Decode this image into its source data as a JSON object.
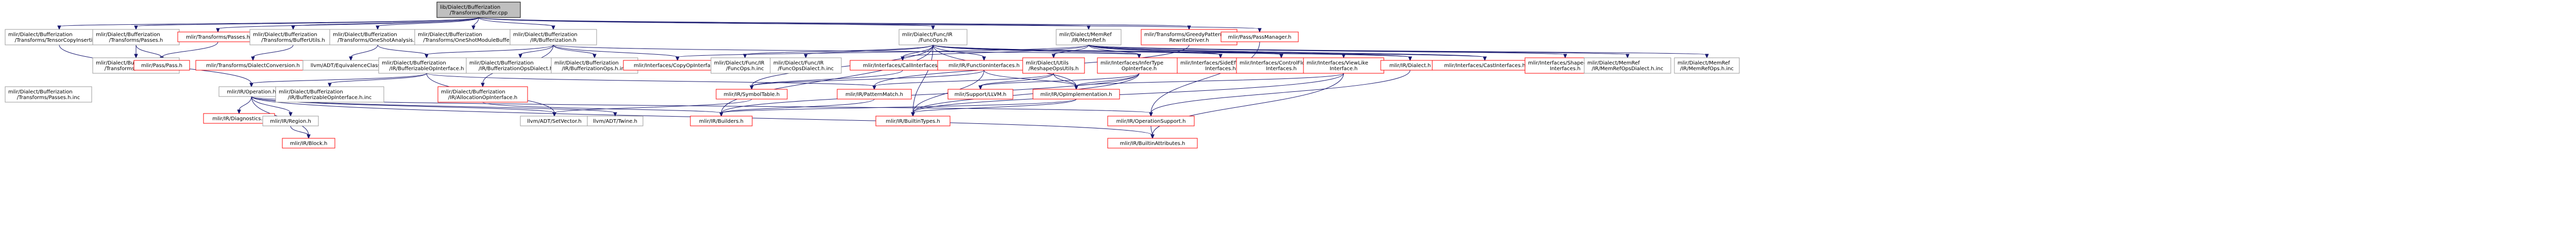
{
  "graph": {
    "nodes": [
      {
        "id": "root",
        "lines": [
          "lib/Dialect/Bufferization",
          "/Transforms/Buffer.cpp"
        ],
        "root": true
      },
      {
        "id": "tensorcopy",
        "lines": [
          "mlir/Dialect/Bufferization",
          "/Transforms/TensorCopyInsertion.h"
        ]
      },
      {
        "id": "bpasses",
        "lines": [
          "mlir/Dialect/Bufferization",
          "/Transforms/Passes.h"
        ]
      },
      {
        "id": "tpasses",
        "lines": [
          "mlir/Transforms/Passes.h"
        ],
        "red": true
      },
      {
        "id": "bufferutils",
        "lines": [
          "mlir/Dialect/Bufferization",
          "/Transforms/BufferUtils.h"
        ]
      },
      {
        "id": "oneshotanalysis",
        "lines": [
          "mlir/Dialect/Bufferization",
          "/Transforms/OneShotAnalysis.h"
        ]
      },
      {
        "id": "oneshotmodule",
        "lines": [
          "mlir/Dialect/Bufferization",
          "/Transforms/OneShotModuleBufferize.h"
        ]
      },
      {
        "id": "bufferizationh",
        "lines": [
          "mlir/Dialect/Bufferization",
          "/IR/Bufferization.h"
        ]
      },
      {
        "id": "funcops",
        "lines": [
          "mlir/Dialect/Func/IR",
          "/FuncOps.h"
        ]
      },
      {
        "id": "memref",
        "lines": [
          "mlir/Dialect/MemRef",
          "/IR/MemRef.h"
        ]
      },
      {
        "id": "greedy",
        "lines": [
          "mlir/Transforms/GreedyPattern",
          "RewriteDriver.h"
        ],
        "red": true
      },
      {
        "id": "passmanager",
        "lines": [
          "mlir/Pass/PassManager.h"
        ],
        "red": true
      },
      {
        "id": "passesinc",
        "lines": [
          "mlir/Dialect/Bufferization",
          "/Transforms/Passes.h.inc"
        ]
      },
      {
        "id": "passpass",
        "lines": [
          "mlir/Pass/Pass.h"
        ],
        "red": true
      },
      {
        "id": "dialectconv",
        "lines": [
          "mlir/Transforms/DialectConversion.h"
        ],
        "red": true
      },
      {
        "id": "equivclasses",
        "lines": [
          "llvm/ADT/EquivalenceClasses.h"
        ]
      },
      {
        "id": "bufferizable",
        "lines": [
          "mlir/Dialect/Bufferization",
          "/IR/BufferizableOpInterface.h"
        ]
      },
      {
        "id": "bufopsdialect",
        "lines": [
          "mlir/Dialect/Bufferization",
          "/IR/BufferizationOpsDialect.h.inc"
        ]
      },
      {
        "id": "bufops",
        "lines": [
          "mlir/Dialect/Bufferization",
          "/IR/BufferizationOps.h.inc"
        ]
      },
      {
        "id": "copyop",
        "lines": [
          "mlir/Interfaces/CopyOpInterface.h"
        ],
        "red": true
      },
      {
        "id": "funcopsinc",
        "lines": [
          "mlir/Dialect/Func/IR",
          "/FuncOps.h.inc"
        ]
      },
      {
        "id": "funcdialectinc",
        "lines": [
          "mlir/Dialect/Func/IR",
          "/FuncOpsDialect.h.inc"
        ]
      },
      {
        "id": "callinterfaces",
        "lines": [
          "mlir/Interfaces/CallInterfaces.h"
        ],
        "red": true
      },
      {
        "id": "funcinterfaces",
        "lines": [
          "mlir/IR/FunctionInterfaces.h"
        ],
        "red": true
      },
      {
        "id": "reshapeutils",
        "lines": [
          "mlir/Dialect/Utils",
          "/ReshapeOpsUtils.h"
        ],
        "red": true
      },
      {
        "id": "infertype",
        "lines": [
          "mlir/Interfaces/InferType",
          "OpInterface.h"
        ],
        "red": true
      },
      {
        "id": "sideeffect",
        "lines": [
          "mlir/Interfaces/SideEffect",
          "Interfaces.h"
        ],
        "red": true
      },
      {
        "id": "controlflow",
        "lines": [
          "mlir/Interfaces/ControlFlow",
          "Interfaces.h"
        ],
        "red": true
      },
      {
        "id": "viewlike",
        "lines": [
          "mlir/Interfaces/ViewLike",
          "Interface.h"
        ],
        "red": true
      },
      {
        "id": "irdialect",
        "lines": [
          "mlir/IR/Dialect.h"
        ],
        "red": true
      },
      {
        "id": "castinterfaces",
        "lines": [
          "mlir/Interfaces/CastInterfaces.h"
        ],
        "red": true
      },
      {
        "id": "shapedtype",
        "lines": [
          "mlir/Interfaces/ShapedOp",
          "Interfaces.h"
        ],
        "red": true
      },
      {
        "id": "memrefdialectinc",
        "lines": [
          "mlir/Dialect/MemRef",
          "/IR/MemRefOpsDialect.h.inc"
        ]
      },
      {
        "id": "memrefopsinc",
        "lines": [
          "mlir/Dialect/MemRef",
          "/IR/MemRefOps.h.inc"
        ]
      },
      {
        "id": "tpassesinc",
        "lines": [
          "mlir/Dialect/Bufferization",
          "/Transforms/Passes.h.inc"
        ]
      },
      {
        "id": "operation",
        "lines": [
          "mlir/IR/Operation.h"
        ]
      },
      {
        "id": "bufferizableinc",
        "lines": [
          "mlir/Dialect/Bufferization",
          "/IR/BufferizableOpInterface.h.inc"
        ]
      },
      {
        "id": "allocation",
        "lines": [
          "mlir/Dialect/Bufferization",
          "/IR/AllocationOpInterface.h"
        ],
        "red": true
      },
      {
        "id": "symboltable",
        "lines": [
          "mlir/IR/SymbolTable.h"
        ],
        "red": true
      },
      {
        "id": "patternmatch",
        "lines": [
          "mlir/IR/PatternMatch.h"
        ],
        "red": true
      },
      {
        "id": "supportllvm",
        "lines": [
          "mlir/Support/LLVM.h"
        ],
        "red": true
      },
      {
        "id": "opimpl",
        "lines": [
          "mlir/IR/OpImplementation.h"
        ],
        "red": true
      },
      {
        "id": "diagnostics",
        "lines": [
          "mlir/IR/Diagnostics.h"
        ],
        "red": true
      },
      {
        "id": "region",
        "lines": [
          "mlir/IR/Region.h"
        ]
      },
      {
        "id": "block",
        "lines": [
          "mlir/IR/Block.h"
        ],
        "red": true
      },
      {
        "id": "setvector",
        "lines": [
          "llvm/ADT/SetVector.h"
        ]
      },
      {
        "id": "twine",
        "lines": [
          "llvm/ADT/Twine.h"
        ]
      },
      {
        "id": "builders",
        "lines": [
          "mlir/IR/Builders.h"
        ],
        "red": true
      },
      {
        "id": "builtintypes",
        "lines": [
          "mlir/IR/BuiltinTypes.h"
        ],
        "red": true
      },
      {
        "id": "opsupport",
        "lines": [
          "mlir/IR/OperationSupport.h"
        ],
        "red": true
      },
      {
        "id": "builtinattrs",
        "lines": [
          "mlir/IR/BuiltinAttributes.h"
        ],
        "red": true
      }
    ],
    "edges": [
      [
        "root",
        "tensorcopy"
      ],
      [
        "root",
        "bpasses"
      ],
      [
        "root",
        "tpasses"
      ],
      [
        "root",
        "bufferutils"
      ],
      [
        "root",
        "oneshotanalysis"
      ],
      [
        "root",
        "oneshotmodule"
      ],
      [
        "root",
        "bufferizationh"
      ],
      [
        "root",
        "funcops"
      ],
      [
        "root",
        "memref"
      ],
      [
        "root",
        "greedy"
      ],
      [
        "root",
        "passmanager"
      ],
      [
        "tensorcopy",
        "operation"
      ],
      [
        "bpasses",
        "passpass"
      ],
      [
        "bpasses",
        "passesinc"
      ],
      [
        "tpasses",
        "passpass"
      ],
      [
        "bufferutils",
        "dialectconv"
      ],
      [
        "oneshotanalysis",
        "equivclasses"
      ],
      [
        "oneshotanalysis",
        "bufferizable"
      ],
      [
        "bufferizationh",
        "bufferizable"
      ],
      [
        "bufferizationh",
        "bufopsdialect"
      ],
      [
        "bufferizationh",
        "bufops"
      ],
      [
        "bufferizationh",
        "copyop"
      ],
      [
        "bufferizationh",
        "allocation"
      ],
      [
        "bufferizationh",
        "infertype"
      ],
      [
        "bufferizable",
        "operation"
      ],
      [
        "bufferizable",
        "bufferizableinc"
      ],
      [
        "bufferizable",
        "patternmatch"
      ],
      [
        "bufferizable",
        "setvector"
      ],
      [
        "funcops",
        "funcopsinc"
      ],
      [
        "funcops",
        "funcdialectinc"
      ],
      [
        "funcops",
        "callinterfaces"
      ],
      [
        "funcops",
        "funcinterfaces"
      ],
      [
        "funcops",
        "infertype"
      ],
      [
        "funcops",
        "sideeffect"
      ],
      [
        "funcops",
        "controlflow"
      ],
      [
        "funcops",
        "irdialect"
      ],
      [
        "funcops",
        "castinterfaces"
      ],
      [
        "funcops",
        "symboltable"
      ],
      [
        "funcops",
        "builders"
      ],
      [
        "funcops",
        "builtintypes"
      ],
      [
        "funcops",
        "opimpl"
      ],
      [
        "memref",
        "copyop"
      ],
      [
        "memref",
        "callinterfaces"
      ],
      [
        "memref",
        "reshapeutils"
      ],
      [
        "memref",
        "infertype"
      ],
      [
        "memref",
        "sideeffect"
      ],
      [
        "memref",
        "controlflow"
      ],
      [
        "memref",
        "viewlike"
      ],
      [
        "memref",
        "irdialect"
      ],
      [
        "memref",
        "castinterfaces"
      ],
      [
        "memref",
        "shapedtype"
      ],
      [
        "memref",
        "memrefdialectinc"
      ],
      [
        "memref",
        "memrefopsinc"
      ],
      [
        "greedy",
        "patternmatch"
      ],
      [
        "passmanager",
        "opsupport"
      ],
      [
        "funcinterfaces",
        "symboltable"
      ],
      [
        "funcinterfaces",
        "builtintypes"
      ],
      [
        "funcinterfaces",
        "opimpl"
      ],
      [
        "reshapeutils",
        "opimpl"
      ],
      [
        "reshapeutils",
        "patternmatch"
      ],
      [
        "reshapeutils",
        "supportllvm"
      ],
      [
        "infertype",
        "builders"
      ],
      [
        "infertype",
        "builtintypes"
      ],
      [
        "infertype",
        "opimpl"
      ],
      [
        "infertype",
        "supportllvm"
      ],
      [
        "viewlike",
        "builtinattrs"
      ],
      [
        "viewlike",
        "builtintypes"
      ],
      [
        "viewlike",
        "opimpl"
      ],
      [
        "irdialect",
        "opsupport"
      ],
      [
        "callinterfaces",
        "symboltable"
      ],
      [
        "allocation",
        "builders"
      ],
      [
        "symboltable",
        "setvector"
      ],
      [
        "patternmatch",
        "builders"
      ],
      [
        "opimpl",
        "builtintypes"
      ],
      [
        "opimpl",
        "builders"
      ],
      [
        "operation",
        "diagnostics"
      ],
      [
        "operation",
        "region"
      ],
      [
        "operation",
        "block"
      ],
      [
        "operation",
        "setvector"
      ],
      [
        "operation",
        "twine"
      ],
      [
        "operation",
        "opsupport"
      ],
      [
        "operation",
        "builtinattrs"
      ],
      [
        "region",
        "block"
      ],
      [
        "opsupport",
        "builtinattrs"
      ]
    ]
  }
}
